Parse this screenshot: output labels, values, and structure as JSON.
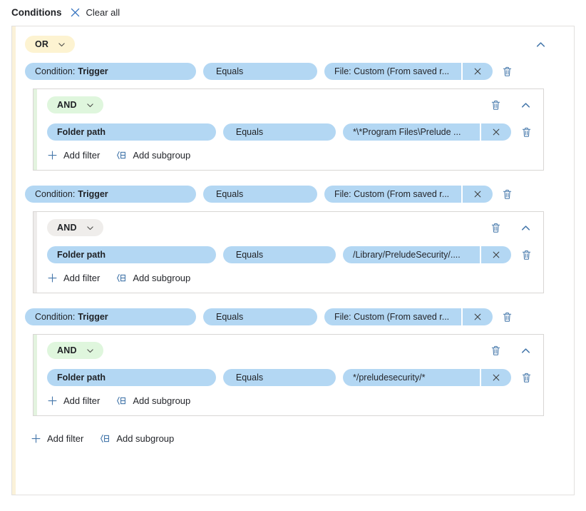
{
  "page": {
    "title": "Conditions",
    "clear_all": "Clear all"
  },
  "labels": {
    "add_filter": "Add filter",
    "add_subgroup": "Add subgroup"
  },
  "colors": {
    "pill_blue": "#b3d7f3",
    "or_yellow": "#fdf3d1",
    "and_green": "#dff6dd",
    "and_gray": "#efedeb",
    "icon_blue": "#4678ab",
    "accent_strip_yellow": "#fbf2d9"
  },
  "group": {
    "operator": "OR",
    "conditions": [
      {
        "field_label": "Condition:",
        "field_value": "Trigger",
        "operator": "Equals",
        "value": "File: Custom (From saved r...",
        "subgroup": {
          "operator": "AND",
          "variant": "green",
          "filters": [
            {
              "field": "Folder path",
              "operator": "Equals",
              "value": "*\\*Program Files\\Prelude ..."
            }
          ]
        }
      },
      {
        "field_label": "Condition:",
        "field_value": "Trigger",
        "operator": "Equals",
        "value": "File: Custom (From saved r...",
        "subgroup": {
          "operator": "AND",
          "variant": "gray",
          "filters": [
            {
              "field": "Folder path",
              "operator": "Equals",
              "value": "/Library/PreludeSecurity/...."
            }
          ]
        }
      },
      {
        "field_label": "Condition:",
        "field_value": "Trigger",
        "operator": "Equals",
        "value": "File: Custom (From saved r...",
        "subgroup": {
          "operator": "AND",
          "variant": "green",
          "filters": [
            {
              "field": "Folder path",
              "operator": "Equals",
              "value": "*/preludesecurity/*"
            }
          ]
        }
      }
    ]
  }
}
